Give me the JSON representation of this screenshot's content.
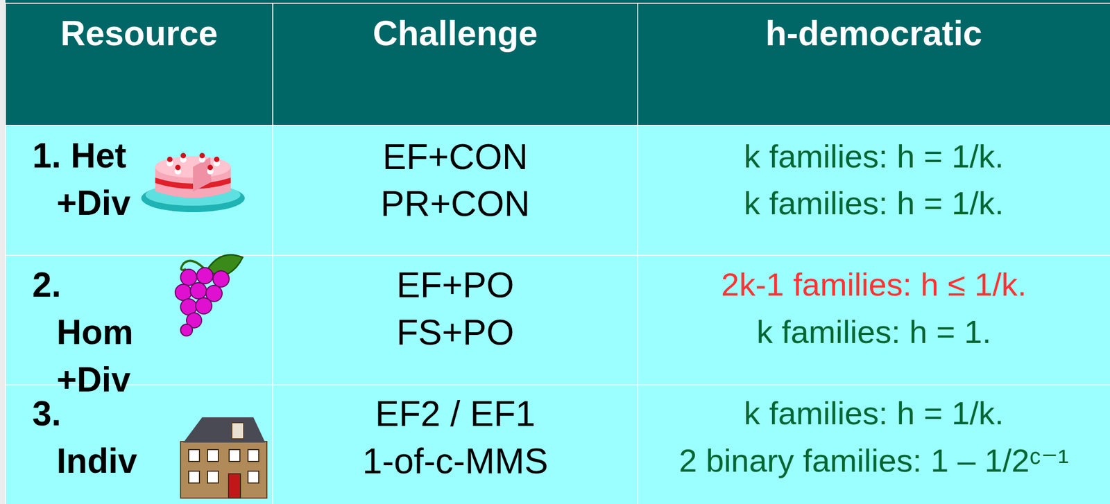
{
  "diagram": {
    "labels": [
      "Resource",
      "Challenge",
      "h-democratic",
      "1. Het +Div",
      "EF+CON",
      "PR+CON",
      "k families: h = 1/k.",
      "k families: h = 1/k.",
      "2. Hom +Div",
      "EF+PO",
      "FS+PO",
      "2k-1 families: h ≤ 1/k.",
      "k families: h = 1.",
      "3. Indiv",
      "EF2 / EF1",
      "1-of-c-MMS",
      "k families: h = 1/k.",
      "2 binary families: 1 – 1/2ᶜ⁻¹"
    ]
  }
}
